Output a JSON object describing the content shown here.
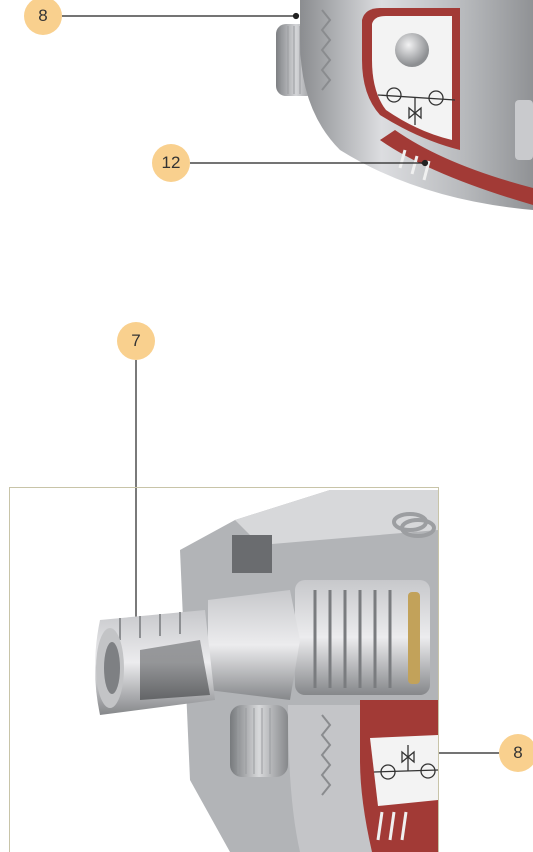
{
  "callouts": [
    {
      "id": "top-8",
      "label": "8"
    },
    {
      "id": "top-12",
      "label": "12"
    },
    {
      "id": "mid-7",
      "label": "7"
    },
    {
      "id": "bottom-8",
      "label": "8"
    }
  ],
  "colors": {
    "callout_fill": "#f9d08e",
    "metal_light": "#d8d9da",
    "metal_dark": "#7b7d80",
    "label_red": "#a23a36",
    "frame_line": "#c8c4a8"
  }
}
